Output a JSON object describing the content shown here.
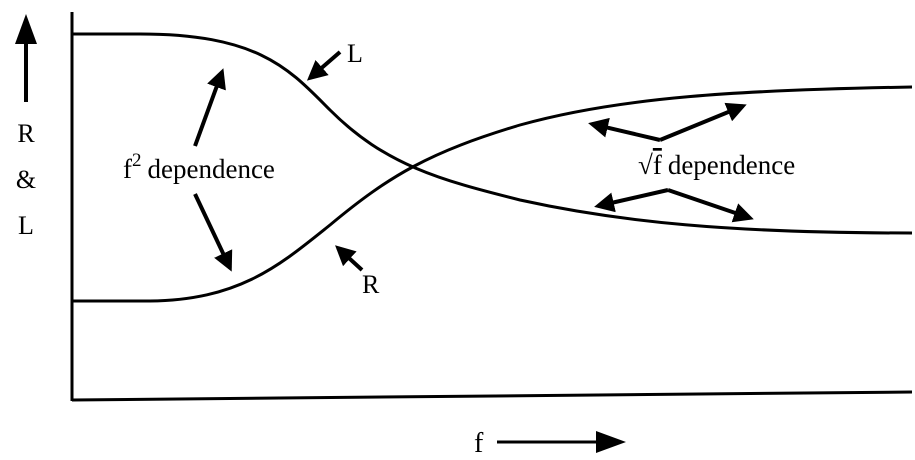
{
  "labels": {
    "y_axis_top": "R",
    "y_axis_mid": "&",
    "y_axis_bottom": "L",
    "x_axis": "f",
    "curve_l": "L",
    "curve_r": "R",
    "f2_base": "f",
    "f2_exp": "2",
    "f2_text": "dependence",
    "sqrt_symbol": "√",
    "sqrt_arg": "f",
    "sqrt_text": "dependence"
  },
  "colors": {
    "ink": "#000000",
    "background": "#ffffff"
  }
}
